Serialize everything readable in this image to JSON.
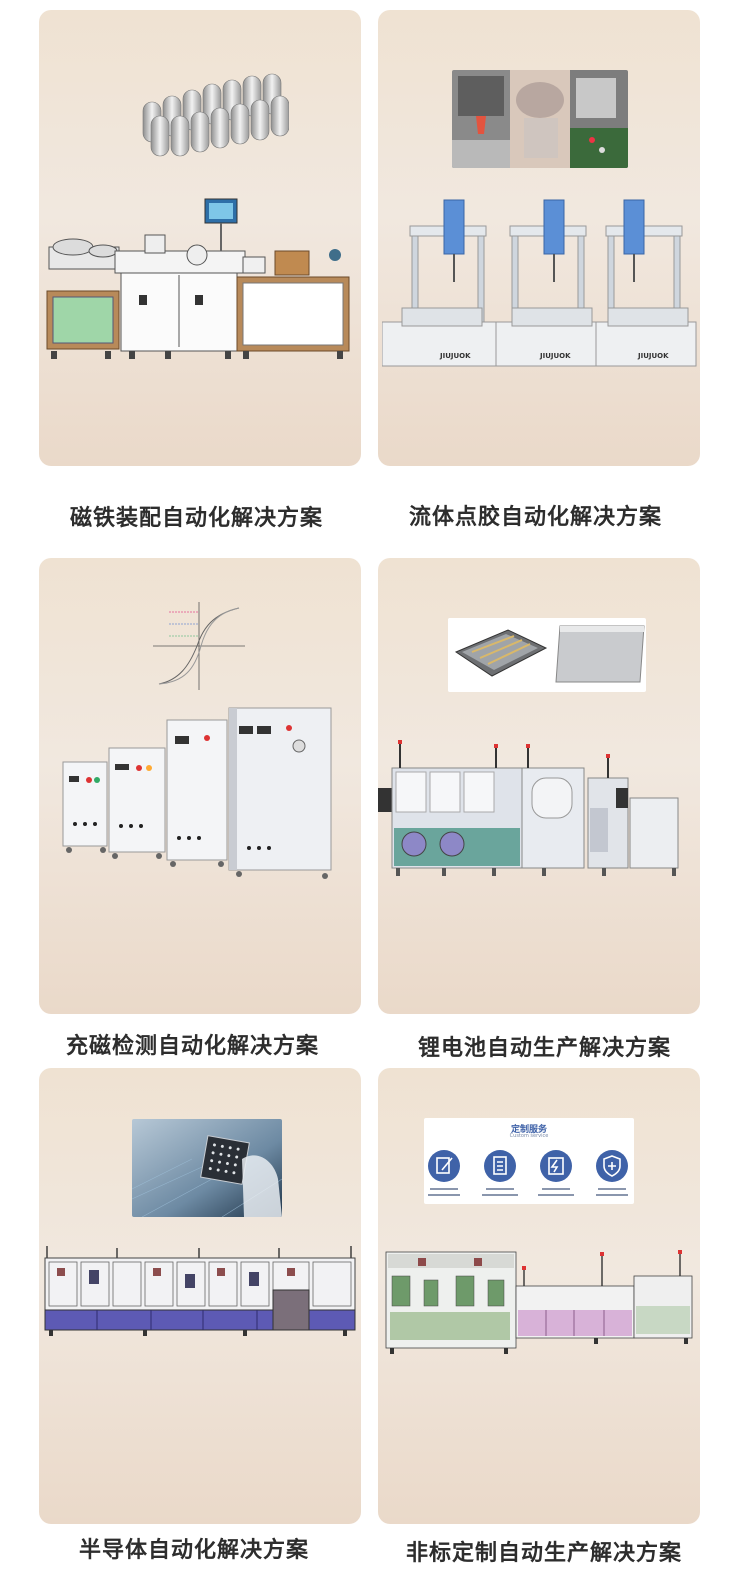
{
  "solutions": [
    {
      "title": "磁铁装配自动化解决方案",
      "inset_icon": "magnet-cylinders-image",
      "machine_icon": "magnet-assembly-machine-image"
    },
    {
      "title": "流体点胶自动化解决方案",
      "inset_icon": "dispensing-closeup-photos",
      "machine_icon": "dispensing-robot-image",
      "brand_text": "JIUJUOK"
    },
    {
      "title": "充磁检测自动化解决方案",
      "inset_icon": "hysteresis-curve-image",
      "machine_icon": "magnetizer-cabinets-image"
    },
    {
      "title": "锂电池自动生产解决方案",
      "inset_icon": "battery-pack-photos",
      "machine_icon": "battery-production-line-image"
    },
    {
      "title": "半导体自动化解决方案",
      "inset_icon": "chip-photo-image",
      "machine_icon": "semiconductor-line-image"
    },
    {
      "title": "非标定制自动生产解决方案",
      "inset_icon": "custom-service-panel",
      "machine_icon": "custom-production-line-image",
      "service": {
        "title": "定制服务",
        "subtitle": "Custom service"
      }
    }
  ],
  "colors": {
    "card_top": "#efe2d2",
    "card_bottom": "#ead9c9",
    "caption": "#2d2d2d",
    "service_blue": "#3f62a8"
  }
}
